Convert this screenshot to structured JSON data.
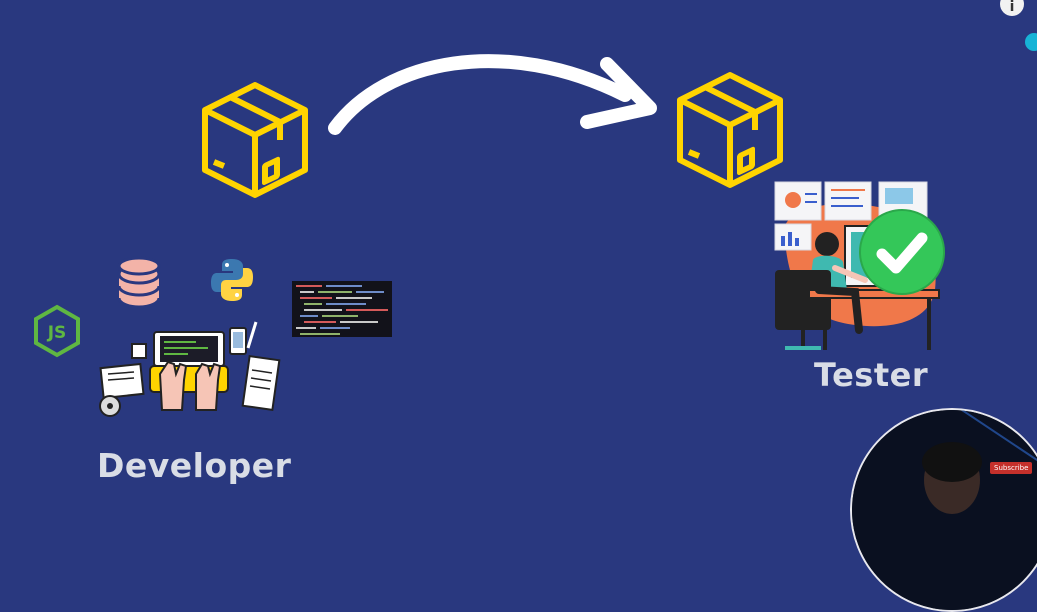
{
  "labels": {
    "developer": "Developer",
    "tester": "Tester"
  },
  "icons": {
    "package_left": "box-icon",
    "package_right": "box-icon",
    "arrow": "curved-arrow-icon",
    "javascript": "nodejs-icon",
    "database": "database-icon",
    "python": "python-icon",
    "checkmark": "check-circle-icon",
    "info": "info-icon"
  },
  "js_logo_text": "JS",
  "info_glyph": "i",
  "subscribe_label": "Subscribe",
  "colors": {
    "background": "#29387f",
    "box_stroke": "#ffd400",
    "arrow": "#ffffff",
    "label_text": "#d9dde6",
    "check_green": "#34c759",
    "tester_orange": "#f0784a",
    "js_green": "#5fb742",
    "db_pink": "#f3b3a8"
  }
}
